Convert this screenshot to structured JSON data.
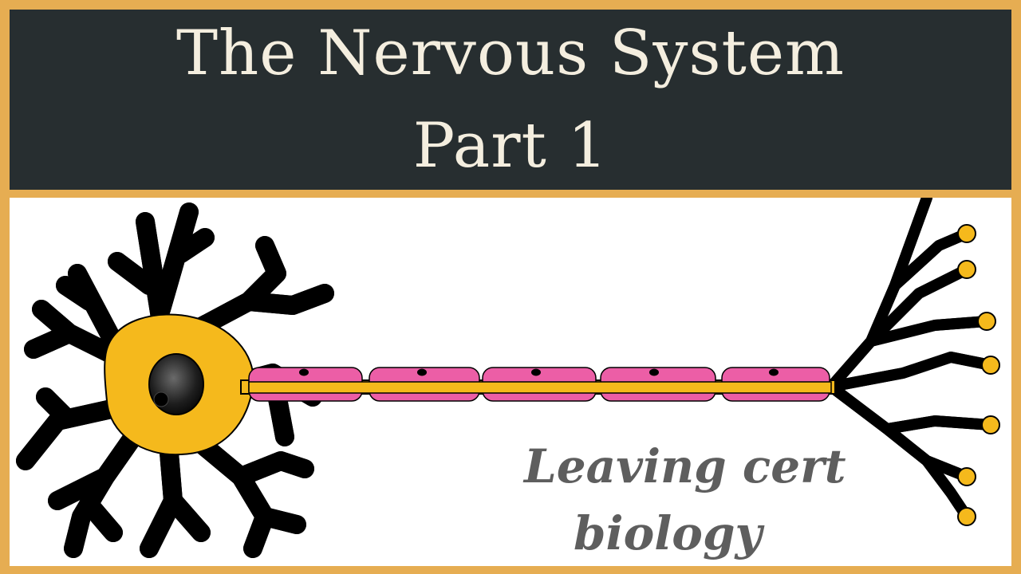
{
  "header": {
    "title_line1": "The Nervous System",
    "title_line2": "Part 1"
  },
  "caption": {
    "line1": "Leaving cert",
    "line2": "biology"
  },
  "colors": {
    "border": "#e6ad52",
    "header_bg": "#272e30",
    "title_text": "#f4eedf",
    "neuron": "#f5b91c",
    "myelin": "#ec5ea6",
    "nucleus": "#111111",
    "caption_text": "#5e5e5e"
  },
  "diagram": {
    "subject": "neuron-illustration",
    "myelin_segment_count": 5
  }
}
